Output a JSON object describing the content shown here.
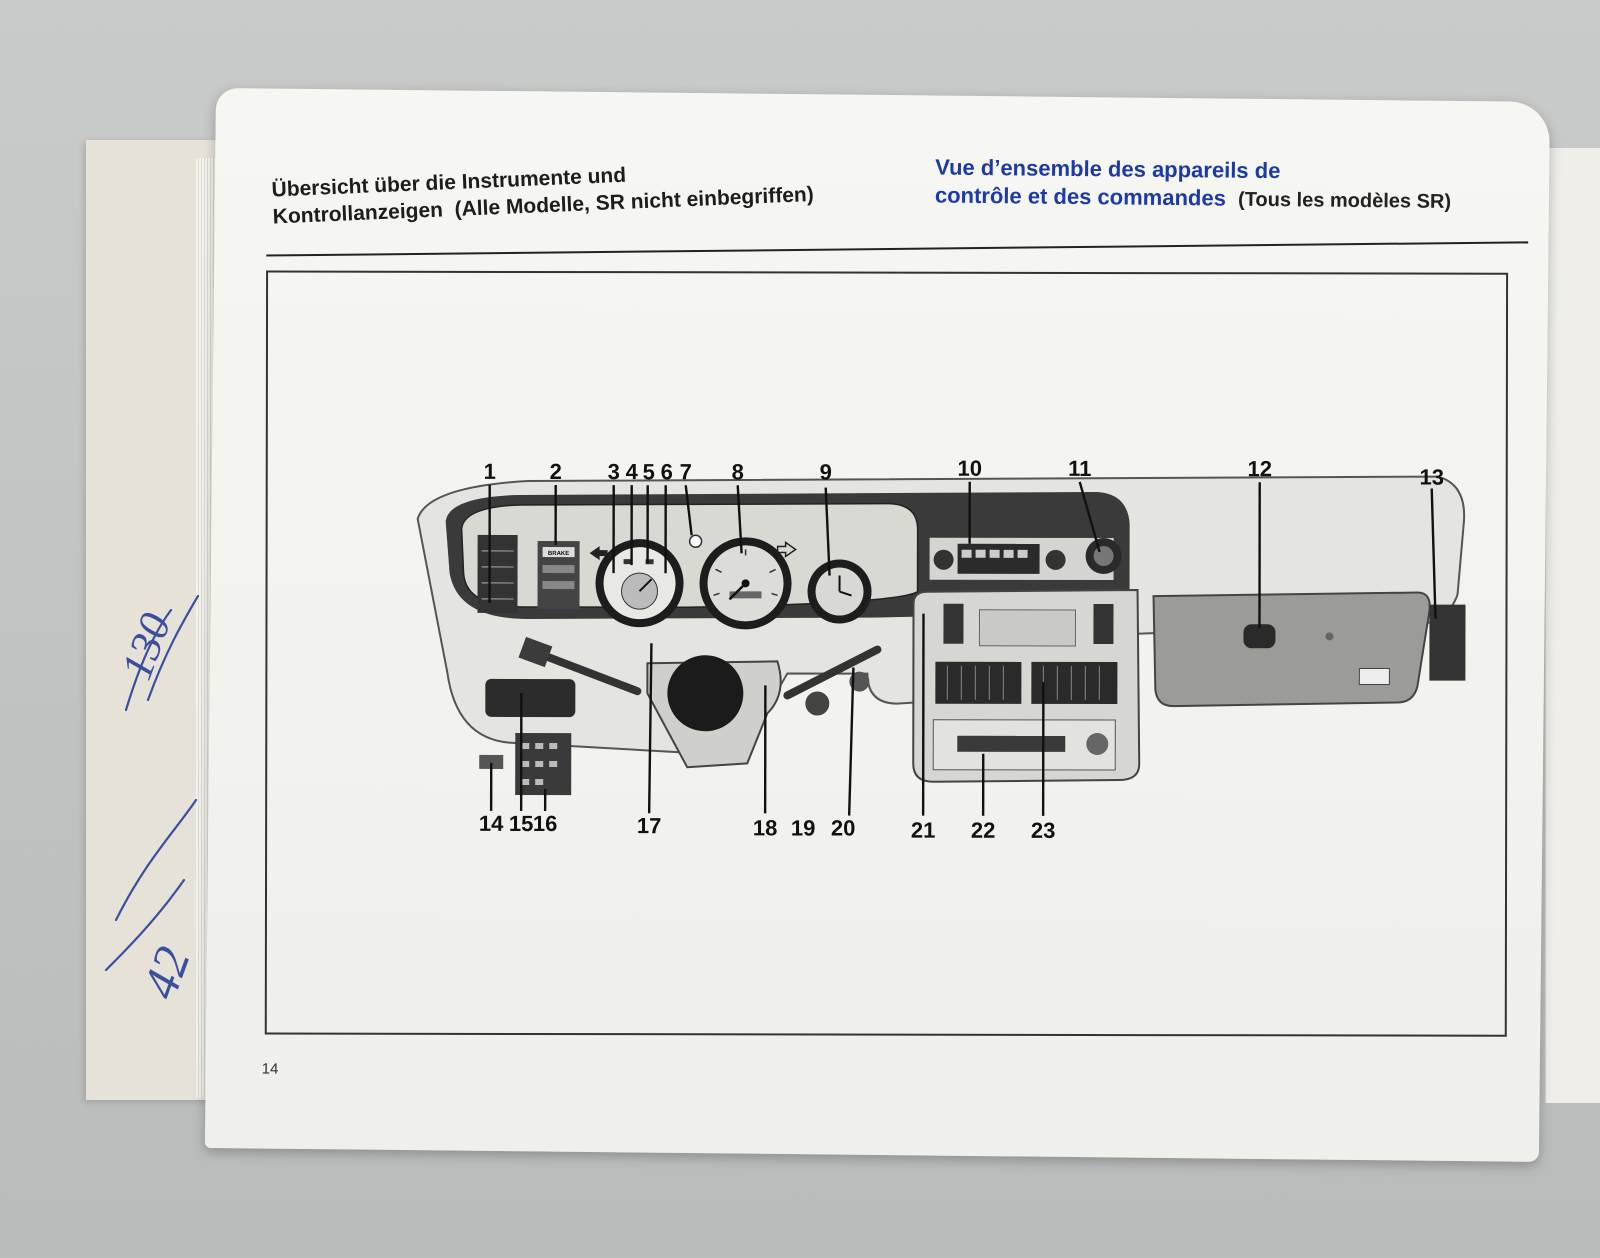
{
  "page": {
    "title_de_line1": "Übersicht über die Instrumente und",
    "title_de_line2": "Kontrollanzeigen",
    "title_de_paren": "(Alle Modelle, SR nicht einbegriffen)",
    "title_fr_line1": "Vue d’ensemble des appareils de",
    "title_fr_line2": "contrôle et des commandes",
    "title_fr_paren": "(Tous les modèles SR)",
    "page_number": "14"
  },
  "handwriting": {
    "note_top": "130",
    "note_bottom": "42"
  },
  "diagram": {
    "brake_label": "BRAKE",
    "callouts": [
      "1",
      "2",
      "3",
      "4",
      "5",
      "6",
      "7",
      "8",
      "9",
      "10",
      "11",
      "12",
      "13",
      "14",
      "15",
      "16",
      "17",
      "18",
      "19",
      "20",
      "21",
      "22",
      "23"
    ]
  },
  "colors": {
    "french_title": "#1c3aa8",
    "german_title": "#1d1d1d",
    "page_paper": "#f3f3ef"
  }
}
